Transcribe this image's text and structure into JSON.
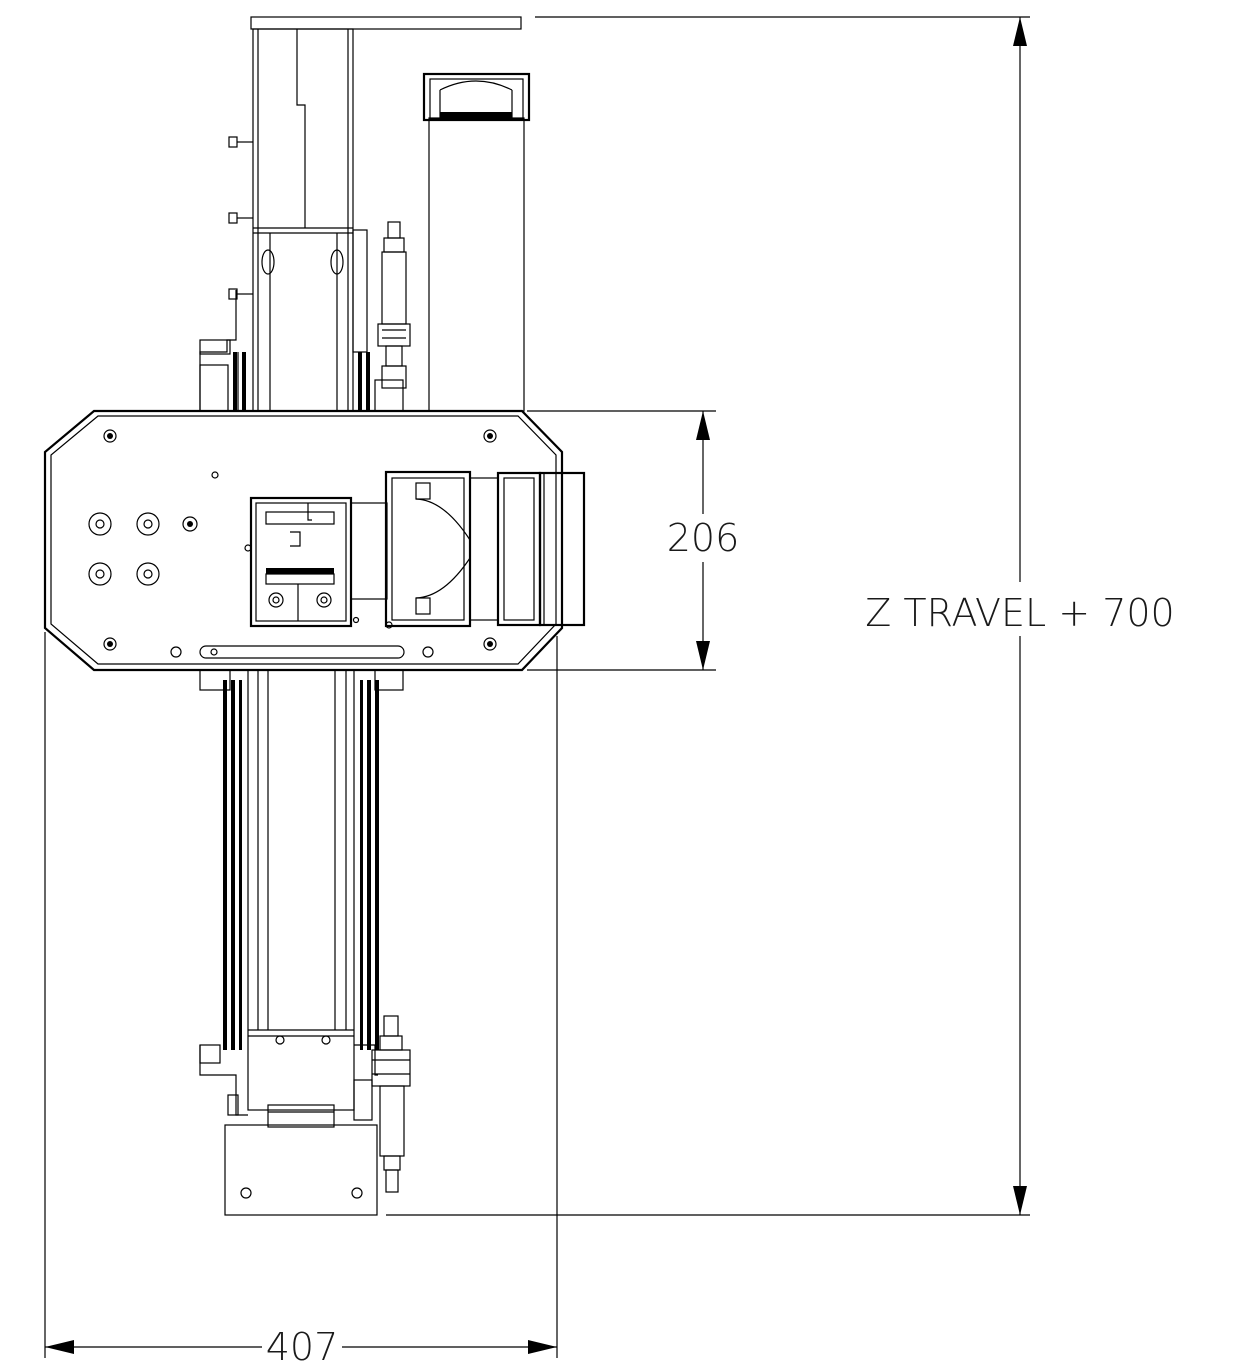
{
  "dimensions": {
    "plate_height": "206",
    "overall_width": "407",
    "total_length": "Z TRAVEL + 700"
  }
}
